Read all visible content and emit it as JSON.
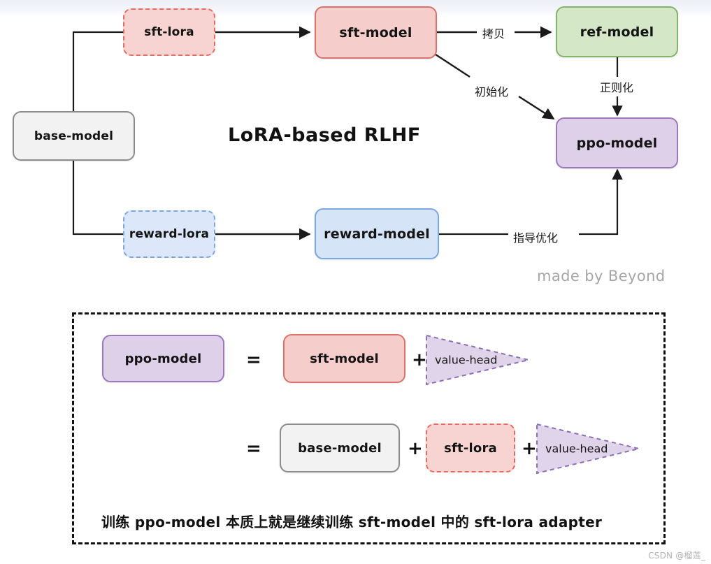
{
  "diagram": {
    "title": "LoRA-based RLHF",
    "watermark_author": "made by Beyond",
    "watermark_site": "CSDN @榴莲_",
    "nodes": {
      "base_model": "base-model",
      "sft_lora": "sft-lora",
      "sft_model": "sft-model",
      "ref_model": "ref-model",
      "ppo_model": "ppo-model",
      "reward_lora": "reward-lora",
      "reward_model": "reward-model"
    },
    "edges": [
      {
        "id": "copy",
        "label": "拷贝",
        "from": "sft-model",
        "to": "ref-model"
      },
      {
        "id": "init",
        "label": "初始化",
        "from": "sft-model",
        "to": "ppo-model"
      },
      {
        "id": "regularize",
        "label": "正则化",
        "from": "ref-model",
        "to": "ppo-model"
      },
      {
        "id": "guide",
        "label": "指导优化",
        "from": "reward-model",
        "to": "ppo-model"
      }
    ],
    "colors": {
      "pink_fill": "#f5cdcb",
      "pink_border": "#d9736b",
      "green_fill": "#d4e8c8",
      "green_border": "#84b36a",
      "purple_fill": "#ddd0e8",
      "purple_border": "#9b79bb",
      "blue_fill": "#d6e4f7",
      "blue_border": "#7ba7dd",
      "grey_fill": "#f2f2f2",
      "grey_border": "#8c8c8c",
      "line": "#1a1a1a"
    }
  },
  "panel": {
    "equation_1": {
      "lhs": "ppo-model",
      "eq": "=",
      "term_1": "sft-model",
      "plus_1": "+",
      "term_2": "value-head"
    },
    "equation_2": {
      "eq": "=",
      "term_1": "base-model",
      "plus_1": "+",
      "term_2": "sft-lora",
      "plus_2": "+",
      "term_3": "value-head"
    },
    "caption": "训练 ppo-model 本质上就是继续训练 sft-model 中的 sft-lora adapter"
  }
}
